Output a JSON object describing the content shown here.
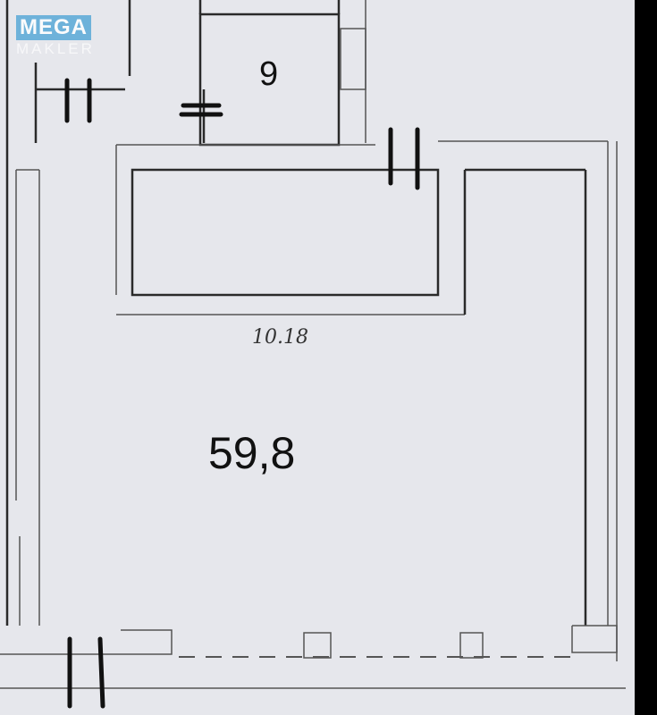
{
  "plan": {
    "room_number": "9",
    "dimension": "10.18",
    "area": "59,8"
  },
  "logo": {
    "line1": "MEGA",
    "line2": "MAKLER"
  },
  "colors": {
    "background": "#e6e7ec",
    "wall": "#2a2a2a",
    "logo": "#5aa9d8"
  }
}
